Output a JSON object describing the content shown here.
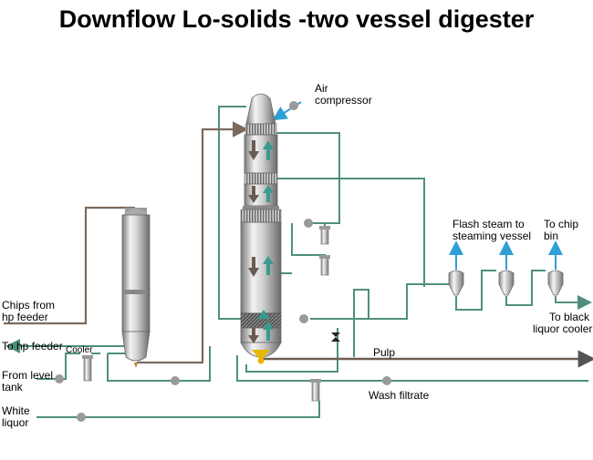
{
  "title": "Downflow Lo-solids -two vessel digester",
  "labels": {
    "air_compressor": [
      "Air",
      "compressor"
    ],
    "flash_steam": [
      "Flash steam to",
      "steaming vessel"
    ],
    "chip_bin": [
      "To chip",
      "bin"
    ],
    "chips_from": [
      "Chips from",
      "hp feeder"
    ],
    "to_hp_feeder": "To hp feeder",
    "cooler": "Cooler",
    "from_level_tank": [
      "From level",
      "tank"
    ],
    "white_liquor": [
      "White",
      "liquor"
    ],
    "pulp": "Pulp",
    "wash_filtrate": "Wash filtrate",
    "black_liquor": [
      "To black",
      "liquor cooler"
    ]
  },
  "colors": {
    "pipe": "#4f8f7f",
    "chip_line": "#7a6a5c",
    "pulp_line": "#6e5e52",
    "steam": "#2f9fd6",
    "vessel_light": "#e6e6e6",
    "vessel_mid": "#b4b4b4",
    "vessel_dark": "#6c6c6c",
    "arrow_down": "#6b5a4f",
    "arrow_up": "#3a9a90",
    "valve_dot": "#9a9a9a",
    "nozzle": "#e6b800"
  }
}
